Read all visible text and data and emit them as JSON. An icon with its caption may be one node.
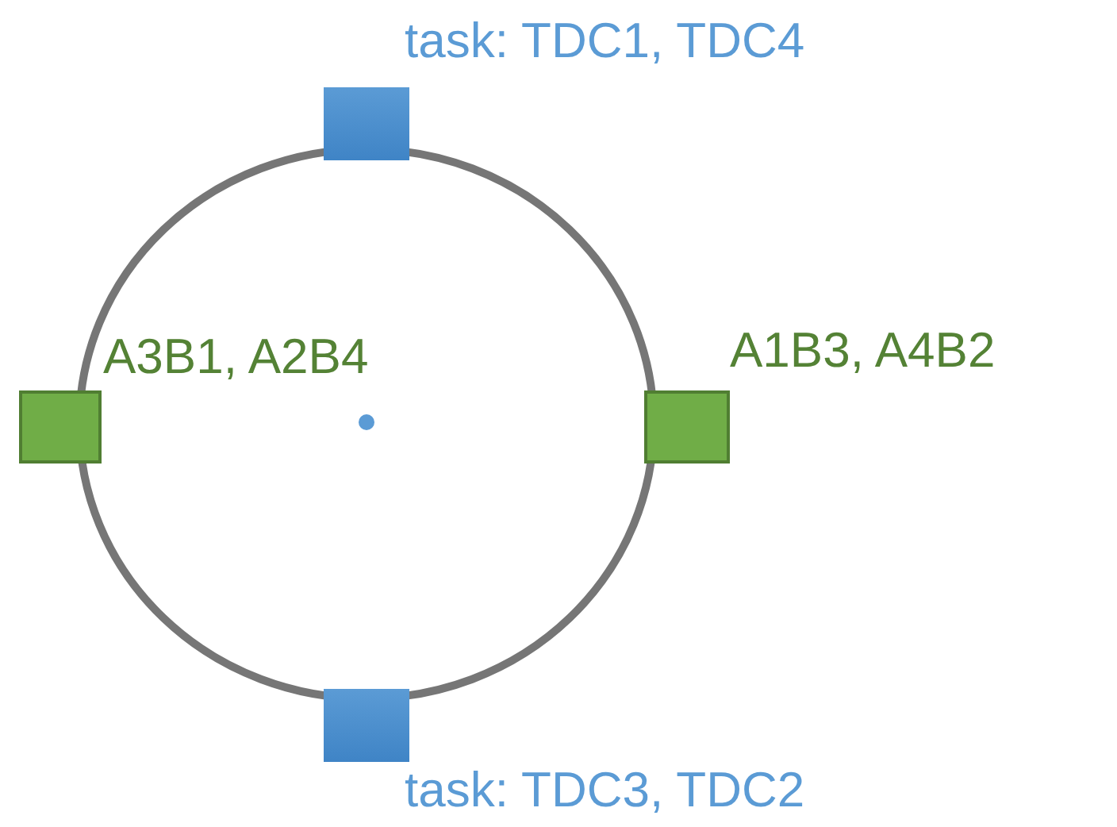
{
  "diagram": {
    "nodes": [
      {
        "text": [],
        "shape": "box",
        "beside": [
          "task: TDC1, TDC4"
        ]
      },
      {
        "text": [],
        "shape": "box",
        "beside": [
          "A3B1, A2B4"
        ]
      },
      {
        "text": [],
        "shape": "box",
        "beside": [
          "A1B3, A4B2"
        ]
      },
      {
        "text": [],
        "shape": "box",
        "beside": [
          "task: TDC3, TDC2"
        ]
      }
    ]
  }
}
